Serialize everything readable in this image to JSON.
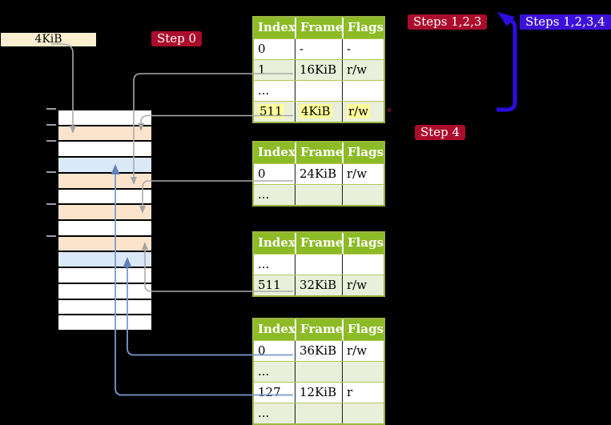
{
  "frame_label": {
    "text": "4KiB"
  },
  "badges": {
    "step0": "Step 0",
    "steps123": "Steps 1,2,3",
    "steps1234": "Steps 1,2,3,4",
    "step4": "Step 4"
  },
  "page_tables": [
    {
      "headers": [
        "Index",
        "Frame",
        "Flags"
      ],
      "rows": [
        [
          "0",
          "-",
          "-"
        ],
        [
          "1",
          "16KiB",
          "r/w"
        ],
        [
          "...",
          "",
          ""
        ],
        [
          "511",
          "4KiB",
          "r/w"
        ]
      ],
      "highlighted_row": "511 | 4KiB | r/w"
    },
    {
      "headers": [
        "Index",
        "Frame",
        "Flags"
      ],
      "rows": [
        [
          "0",
          "24KiB",
          "r/w"
        ],
        [
          "...",
          "",
          ""
        ]
      ]
    },
    {
      "headers": [
        "Index",
        "Frame",
        "Flags"
      ],
      "rows": [
        [
          "...",
          "",
          ""
        ],
        [
          "511",
          "32KiB",
          "r/w"
        ]
      ]
    },
    {
      "headers": [
        "Index",
        "Frame",
        "Flags"
      ],
      "rows": [
        [
          "0",
          "36KiB",
          "r/w"
        ],
        [
          "...",
          "",
          ""
        ],
        [
          "127",
          "12KiB",
          "r"
        ],
        [
          "...",
          "",
          ""
        ]
      ]
    }
  ],
  "memory_strip": {
    "row_colors": [
      "white",
      "orange",
      "white",
      "blue",
      "orange",
      "white",
      "orange",
      "white",
      "orange",
      "blue",
      "white",
      "white",
      "white",
      "white"
    ]
  },
  "colors": {
    "table_header_green": "#8cbb26",
    "table_alt_row_green": "#e9efd8",
    "yellow_highlight": "#ffff9b",
    "strip_orange": "#fce4cc",
    "strip_blue": "#dbe8f7",
    "badge_red": "#ab0c2b",
    "badge_blue": "#3d10da",
    "loop_arrow_blue": "#2c0ce0",
    "connector_gray": "#ababab",
    "connector_blue": "#7a9ccd",
    "frame_label_bg": "#fbefd0"
  }
}
